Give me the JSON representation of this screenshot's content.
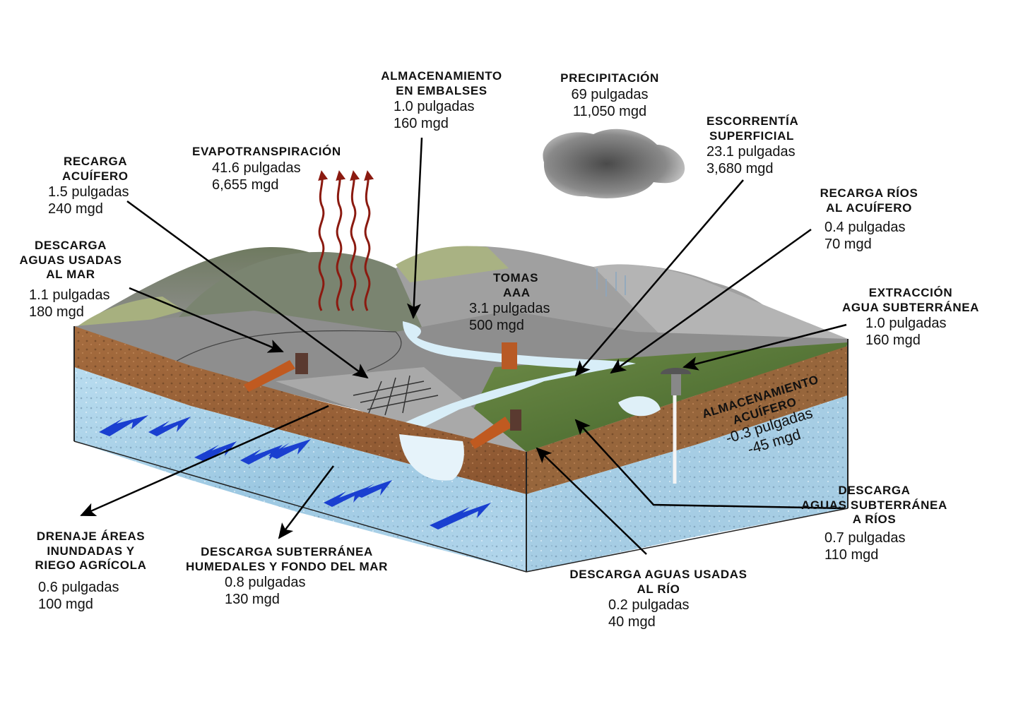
{
  "labels": {
    "almacenamiento_embalses": {
      "title": [
        "ALMACENAMIENTO",
        "EN EMBALSES"
      ],
      "values": [
        "1.0 pulgadas",
        "160 mgd"
      ]
    },
    "precipitacion": {
      "title": [
        "PRECIPITACIÓN"
      ],
      "values": [
        "69 pulgadas",
        "11,050 mgd"
      ]
    },
    "escorrentia": {
      "title": [
        "ESCORRENTÍA",
        "SUPERFICIAL"
      ],
      "values": [
        "23.1 pulgadas",
        "3,680 mgd"
      ]
    },
    "evapotranspiracion": {
      "title": [
        "EVAPOTRANSPIRACIÓN"
      ],
      "values": [
        "41.6 pulgadas",
        "6,655 mgd"
      ]
    },
    "recarga_acuifero": {
      "title": [
        "RECARGA",
        "ACUÍFERO"
      ],
      "values": [
        "1.5 pulgadas",
        "240 mgd"
      ]
    },
    "recarga_rios": {
      "title": [
        "RECARGA RÍOS",
        "AL ACUÍFERO"
      ],
      "values": [
        "0.4 pulgadas",
        "70 mgd"
      ]
    },
    "descarga_aguas_usadas_mar": {
      "title": [
        "DESCARGA",
        "AGUAS USADAS",
        "AL MAR"
      ],
      "values": [
        "1.1 pulgadas",
        "180 mgd"
      ]
    },
    "tomas_aaa": {
      "title": [
        "TOMAS",
        "AAA"
      ],
      "values": [
        "3.1 pulgadas",
        "500 mgd"
      ]
    },
    "extraccion": {
      "title": [
        "EXTRACCIÓN",
        "AGUA SUBTERRÁNEA"
      ],
      "values": [
        "1.0 pulgadas",
        "160 mgd"
      ]
    },
    "almacenamiento_acuifero": {
      "title": [
        "ALMACENAMIENTO",
        "ACUÍFERO"
      ],
      "values": [
        "-0.3 pulgadas",
        "-45 mgd"
      ]
    },
    "descarga_subterranea_rios": {
      "title": [
        "DESCARGA",
        "AGUAS SUBTERRÁNEA",
        "A RÍOS"
      ],
      "values": [
        "0.7 pulgadas",
        "110 mgd"
      ]
    },
    "drenaje": {
      "title": [
        "DRENAJE ÁREAS",
        "INUNDADAS Y",
        "RIEGO AGRÍCOLA"
      ],
      "values": [
        "0.6 pulgadas",
        "100 mgd"
      ]
    },
    "descarga_subterranea_humedales": {
      "title": [
        "DESCARGA SUBTERRÁNEA",
        "HUMEDALES Y FONDO DEL MAR"
      ],
      "values": [
        "0.8 pulgadas",
        "130 mgd"
      ]
    },
    "descarga_aguas_usadas_rio": {
      "title": [
        "DESCARGA AGUAS USADAS",
        "AL RÍO"
      ],
      "values": [
        "0.2 pulgadas",
        "40 mgd"
      ]
    }
  },
  "colors": {
    "sky": "#ffffff",
    "hills": "#8a8a8a",
    "grass": "#5a7a3a",
    "soil": "#9a6a40",
    "aquifer": "#a8cfe6",
    "river": "#d8eef8",
    "flow_arrows": "#1a3fd0",
    "evap_arrows": "#8b1a10",
    "pipe": "#b85a25"
  }
}
